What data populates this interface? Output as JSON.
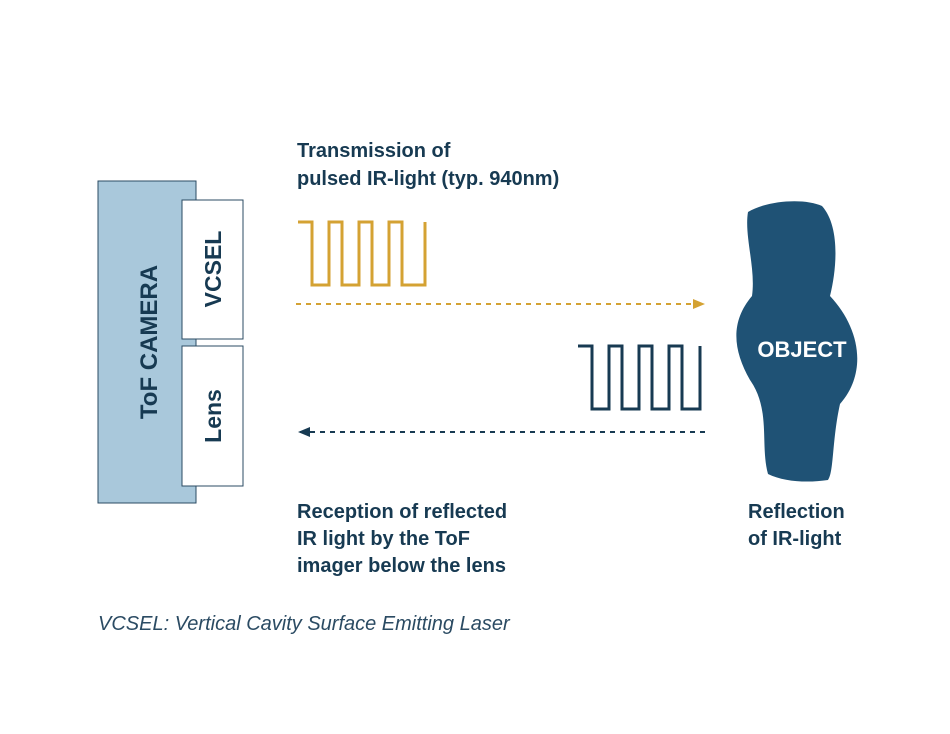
{
  "camera": {
    "label": "ToF CAMERA",
    "vcsel_label": "VCSEL",
    "lens_label": "Lens"
  },
  "transmission": {
    "line1": "Transmission of",
    "line2": "pulsed IR-light (typ. 940nm)"
  },
  "object": {
    "label": "OBJECT"
  },
  "reception": {
    "line1": "Reception of reflected",
    "line2": "IR light by the ToF",
    "line3": "imager below the lens"
  },
  "reflection": {
    "line1": "Reflection",
    "line2": "of IR-light"
  },
  "footnote": "VCSEL: Vertical Cavity Surface Emitting Laser",
  "colors": {
    "camera_fill": "#a9c8db",
    "object_fill": "#1f5275",
    "transmit_pulse": "#d4a233",
    "receive_pulse": "#173a52",
    "text": "#173a52"
  },
  "pulses": {
    "transmitted_count": 4,
    "received_count": 4
  }
}
